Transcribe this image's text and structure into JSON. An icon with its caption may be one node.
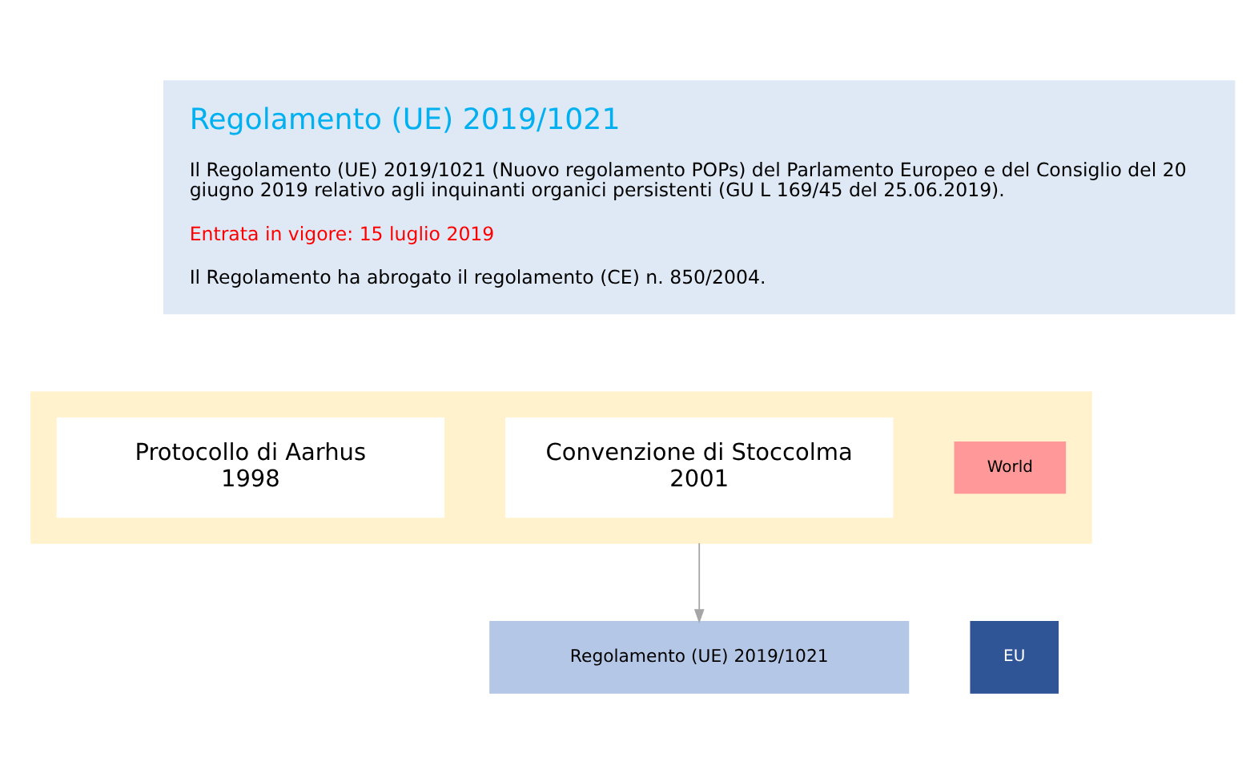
{
  "diagram": {
    "nodes": [
      {
        "text": [
          "Regolamento (UE) 2019/1021",
          "Il Regolamento (UE) 2019/1021 (Nuovo regolamento POPs) del Parlamento Europeo e del Consiglio del 20 giugno 2019 relativo agli inquinanti organici persistenti (GU L 169/45 del 25.06.2019).",
          "Entrata in vigore: 15 luglio 2019",
          "Il Regolamento ha abrogato il regolamento (CE) n. 850/2004."
        ]
      },
      {
        "text": [],
        "shape": "box"
      },
      {
        "text": [
          "Protocollo di Aarhus",
          "1998"
        ],
        "in": 1
      },
      {
        "text": [
          "Convenzione di Stoccolma",
          "2001"
        ],
        "in": 1
      },
      {
        "text": [
          "World"
        ],
        "in": 1
      },
      {
        "text": [
          "Regolamento (UE) 2019/1021"
        ]
      },
      {
        "text": [
          "EU"
        ]
      }
    ],
    "edges": [
      {
        "from": 1,
        "to": 5,
        "arrow": "to",
        "color": "#a6a6a6"
      }
    ]
  }
}
